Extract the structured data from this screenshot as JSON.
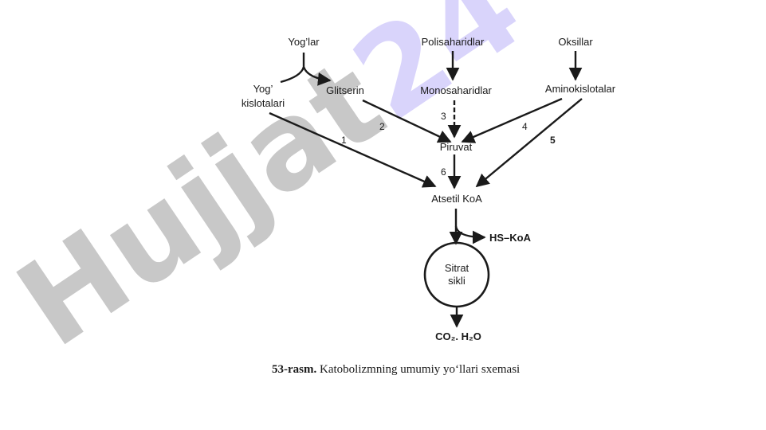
{
  "watermark": {
    "part1": "Hujja",
    "part2": "t",
    "part3": "24",
    "color_gray": "#c8c8c8",
    "color_violet": "#d9d4fb"
  },
  "nodes": {
    "yoglar": "Yog’lar",
    "yog_kislotalari_1": "Yog’",
    "yog_kislotalari_2": "kislotalari",
    "glitserin": "Glitserin",
    "polisaharidlar": "Polisaharidlar",
    "monosaharidlar": "Monosaharidlar",
    "oksillar": "Oksillar",
    "aminokislotalar": "Aminokislotalar",
    "piruvat": "Piruvat",
    "atsetil_koa": "Atsetil KoA",
    "hs_koa": "HS–KoA",
    "sitrat_1": "Sitrat",
    "sitrat_2": "sikli",
    "co2_h2o": "CO₂. H₂O"
  },
  "pathway_numbers": [
    "1",
    "2",
    "3",
    "4",
    "5",
    "6"
  ],
  "caption": {
    "number": "53-rasm.",
    "text": "Katobolizmning umumiy yo‘llari sxemasi"
  }
}
